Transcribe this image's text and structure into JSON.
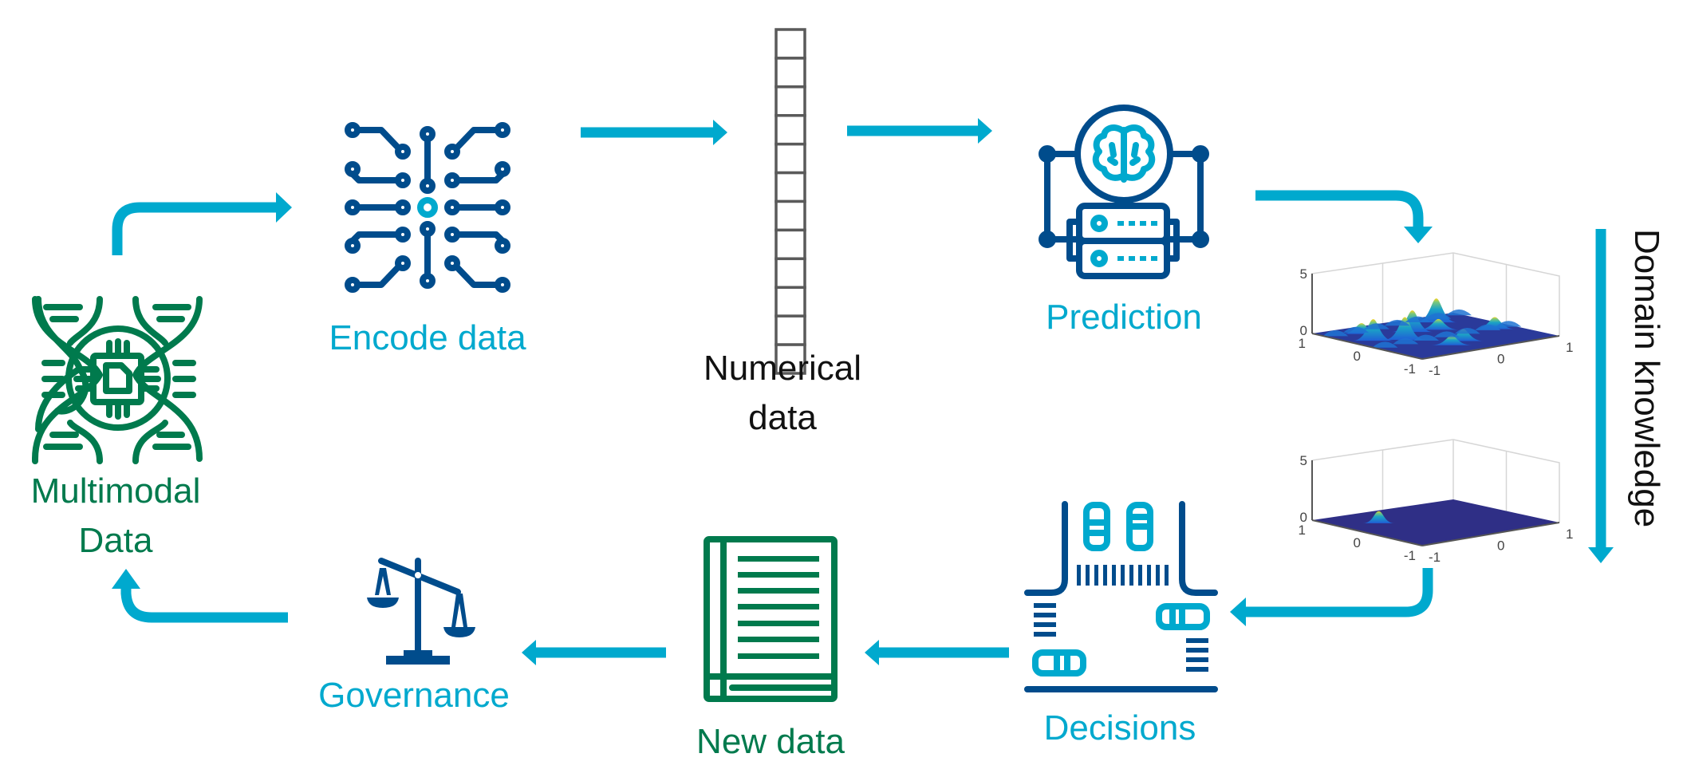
{
  "diagram": {
    "colors": {
      "accent_cyan": "#00A9CE",
      "dark_blue": "#004C8C",
      "green": "#007A4D",
      "vector_gray": "#5a5a5a"
    },
    "nodes": {
      "multimodal": {
        "label_line1": "Multimodal",
        "label_line2": "Data",
        "icon": "dna-chip-icon"
      },
      "encode": {
        "label": "Encode data",
        "icon": "circuit-icon"
      },
      "numerical": {
        "label_line1": "Numerical",
        "label_line2": "data",
        "icon": "vector-column-icon",
        "cells": 12
      },
      "prediction": {
        "label": "Prediction",
        "icon": "brain-server-icon"
      },
      "decisions": {
        "label": "Decisions",
        "icon": "intersection-icon"
      },
      "new_data": {
        "label": "New data",
        "icon": "document-icon"
      },
      "governance": {
        "label": "Governance",
        "icon": "scales-icon"
      }
    },
    "side_label": "Domain knowledge",
    "edges": [
      {
        "from": "Multimodal Data",
        "to": "Encode data"
      },
      {
        "from": "Encode data",
        "to": "Numerical data"
      },
      {
        "from": "Numerical data",
        "to": "Prediction"
      },
      {
        "from": "Prediction",
        "to": "prediction surface plot"
      },
      {
        "from": "prediction surface plot",
        "to": "refined surface plot",
        "label": "Domain knowledge"
      },
      {
        "from": "refined surface plot",
        "to": "Decisions"
      },
      {
        "from": "Decisions",
        "to": "New data"
      },
      {
        "from": "New data",
        "to": "Governance"
      },
      {
        "from": "Governance",
        "to": "Multimodal Data"
      }
    ]
  },
  "chart_data": [
    {
      "type": "surface",
      "title": "",
      "description": "3D surface with many peaks (raw prediction)",
      "x_ticks": [
        "-1",
        "0",
        "1"
      ],
      "y_ticks": [
        "1",
        "0",
        "-1"
      ],
      "z_ticks": [
        "0",
        "5"
      ],
      "zlim": [
        0,
        5
      ],
      "xlim": [
        -1,
        1
      ],
      "ylim": [
        -1,
        1
      ],
      "peaks": [
        {
          "x": -0.75,
          "y": 0.2,
          "z": 1.8
        },
        {
          "x": -0.45,
          "y": 0.0,
          "z": 1.9
        },
        {
          "x": -0.1,
          "y": 0.3,
          "z": 1.8
        },
        {
          "x": 0.45,
          "y": 0.55,
          "z": 2.0
        },
        {
          "x": 0.7,
          "y": -0.2,
          "z": 1.0
        },
        {
          "x": 0.0,
          "y": -0.5,
          "z": 1.0
        },
        {
          "x": -0.6,
          "y": 0.6,
          "z": 0.9
        },
        {
          "x": 0.2,
          "y": 0.2,
          "z": 0.9
        },
        {
          "x": -0.25,
          "y": -0.6,
          "z": 0.8
        }
      ]
    },
    {
      "type": "surface",
      "title": "",
      "description": "3D surface flat except one peak (after domain knowledge)",
      "x_ticks": [
        "-1",
        "0",
        "1"
      ],
      "y_ticks": [
        "1",
        "0",
        "-1"
      ],
      "z_ticks": [
        "0",
        "5"
      ],
      "zlim": [
        0,
        5
      ],
      "xlim": [
        -1,
        1
      ],
      "ylim": [
        -1,
        1
      ],
      "peaks": [
        {
          "x": -0.55,
          "y": 0.35,
          "z": 1.0
        }
      ]
    }
  ]
}
